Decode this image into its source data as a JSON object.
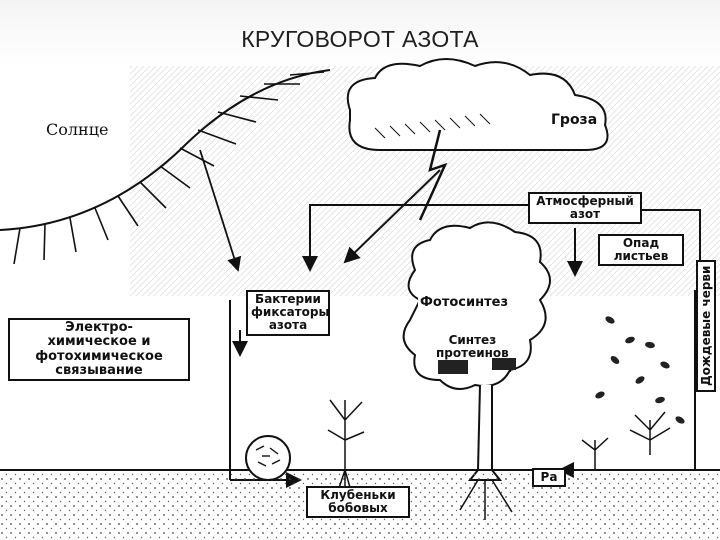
{
  "title": "КРУГОВОРОТ АЗОТА",
  "labels": {
    "sun": "Солнце",
    "thunderstorm": "Гроза",
    "atmospheric_nitrogen_1": "Атмосферный",
    "atmospheric_nitrogen_2": "азот",
    "leaf_fall_1": "Опад",
    "leaf_fall_2": "листьев",
    "earthworms": "Дождевые черви",
    "bacteria_1": "Бактерии",
    "bacteria_2": "фиксаторы",
    "bacteria_3": "азота",
    "photosynthesis": "Фотосинтез",
    "protein_1": "Синтез",
    "protein_2": "протеинов",
    "electro_1": "Электро-",
    "electro_2": "химическое и",
    "electro_3": "фотохимическое",
    "electro_4": "связывание",
    "nodules_1": "Клубеньки",
    "nodules_2": "бобовых",
    "ra": "Ра"
  }
}
